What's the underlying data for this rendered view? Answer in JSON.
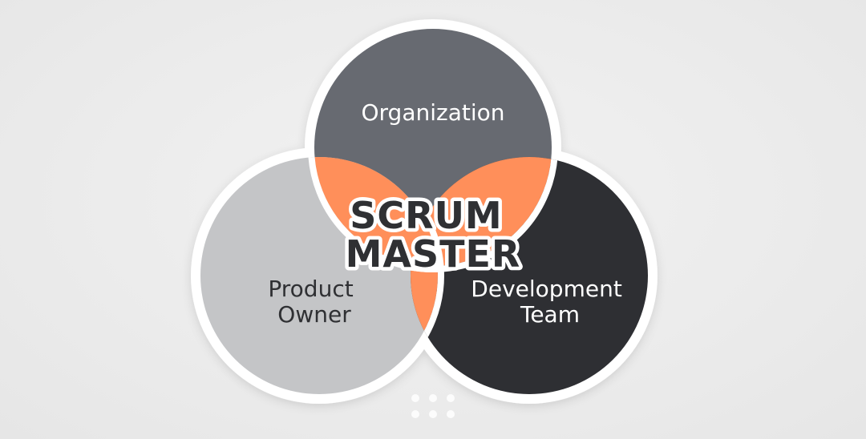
{
  "diagram": {
    "circles": [
      {
        "id": "organization",
        "lines": [
          "Organization"
        ],
        "fill": "#676a71",
        "text_color": "#ffffff"
      },
      {
        "id": "product-owner",
        "lines": [
          "Product",
          "Owner"
        ],
        "fill": "#c4c5c7",
        "text_color": "#2f3033"
      },
      {
        "id": "development-team",
        "lines": [
          "Development",
          "Team"
        ],
        "fill": "#2e2f33",
        "text_color": "#ffffff"
      }
    ],
    "center": {
      "lines": [
        "SCRUM",
        "MASTER"
      ],
      "text_color": "#2f3033",
      "outline_color": "#ffffff"
    },
    "overlap_color": "#ff8f5a",
    "border_color": "#ffffff"
  }
}
